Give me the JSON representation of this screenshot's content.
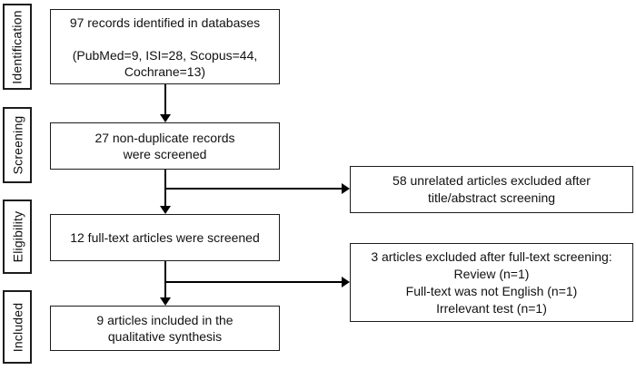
{
  "stages": [
    {
      "label": "Identification"
    },
    {
      "label": "Screening"
    },
    {
      "label": "Eligibility"
    },
    {
      "label": "Included"
    }
  ],
  "flow_boxes": [
    {
      "text": "97 records identified in databases\n\n(PubMed=9, ISI=28, Scopus=44,\nCochrane=13)"
    },
    {
      "text": "27 non-duplicate records\nwere screened"
    },
    {
      "text": "12 full-text articles were screened"
    },
    {
      "text": "9 articles included in the\nqualitative synthesis"
    }
  ],
  "exclusion_boxes": [
    {
      "text": "58 unrelated articles excluded after\ntitle/abstract screening"
    },
    {
      "text": "3 articles excluded after full-text screening:\nReview (n=1)\nFull-text was not English (n=1)\nIrrelevant test (n=1)"
    }
  ],
  "colors": {
    "border": "#1c1c1c",
    "text": "#111111",
    "arrow": "#000000",
    "background": "#ffffff"
  }
}
